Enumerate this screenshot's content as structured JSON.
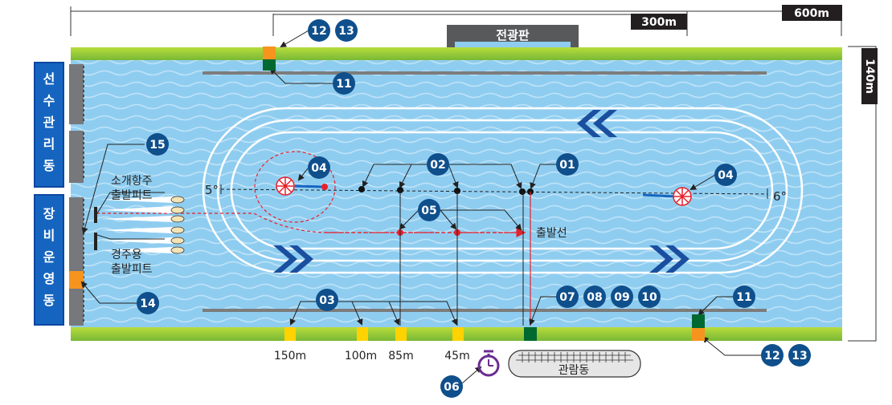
{
  "dimensions": {
    "length": "600m",
    "straight": "300m",
    "width": "140m"
  },
  "buildings": {
    "scoreboard": "전광판",
    "player_hall": "선수관리동",
    "equipment_hall": "장비운영동",
    "spectator_hall": "관람동"
  },
  "pits": {
    "small_pit": [
      "소개항주",
      "출발피트"
    ],
    "race_pit": [
      "경주용",
      "출발피트"
    ]
  },
  "angles": {
    "left": "5°",
    "right": "6°"
  },
  "start_line": "출발선",
  "distance_marks": [
    "150m",
    "100m",
    "85m",
    "45m"
  ],
  "badges": {
    "b01": "01",
    "b02": "02",
    "b03": "03",
    "b04a": "04",
    "b04b": "04",
    "b05": "05",
    "b06": "06",
    "b07": "07",
    "b08": "08",
    "b09": "09",
    "b10": "10",
    "b11a": "11",
    "b11b": "11",
    "b12a": "12",
    "b13a": "13",
    "b12b": "12",
    "b13b": "13",
    "b14": "14",
    "b15": "15"
  },
  "colors": {
    "water": "#8fcdf0",
    "grass": "#8dc63f",
    "badge": "#0f4f8c",
    "building_blue": "#1565c0",
    "marker_yellow": "#ffd200",
    "marker_green": "#00692f",
    "marker_orange": "#f7941d",
    "red": "#e8202a"
  }
}
